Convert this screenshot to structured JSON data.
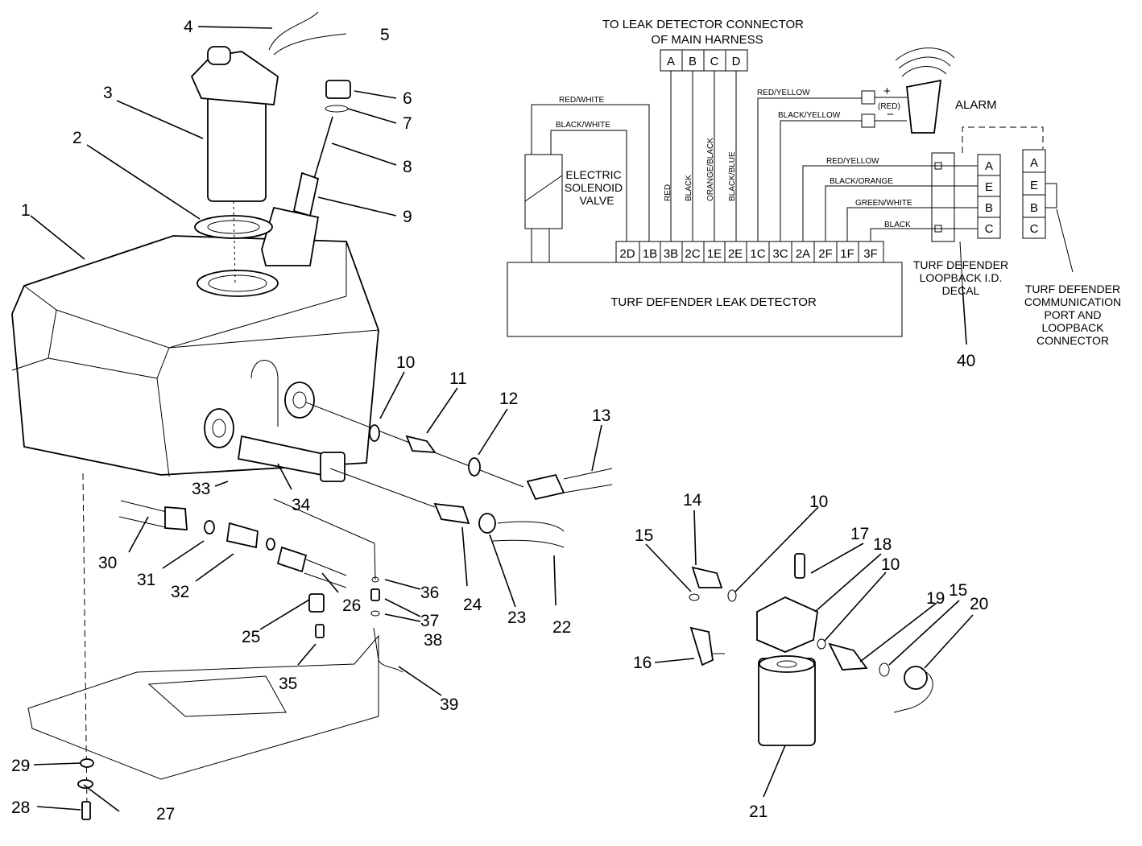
{
  "callouts": {
    "c1": "1",
    "c2": "2",
    "c3": "3",
    "c4": "4",
    "c5": "5",
    "c6": "6",
    "c7": "7",
    "c8": "8",
    "c9": "9",
    "c10a": "10",
    "c10b": "10",
    "c10c": "10",
    "c11": "11",
    "c12": "12",
    "c13": "13",
    "c14": "14",
    "c15a": "15",
    "c15b": "15",
    "c16": "16",
    "c17": "17",
    "c18": "18",
    "c19": "19",
    "c20": "20",
    "c21": "21",
    "c22": "22",
    "c23": "23",
    "c24": "24",
    "c25": "25",
    "c26": "26",
    "c27": "27",
    "c28": "28",
    "c29": "29",
    "c30": "30",
    "c31": "31",
    "c32": "32",
    "c33": "33",
    "c34": "34",
    "c35": "35",
    "c36": "36",
    "c37": "37",
    "c38": "38",
    "c39": "39",
    "c40": "40"
  },
  "wiring": {
    "header_line1": "TO LEAK DETECTOR  CONNECTOR",
    "header_line2": "OF MAIN HARNESS",
    "harness_pins": [
      "A",
      "B",
      "C",
      "D"
    ],
    "detector_pins": [
      "2D",
      "1B",
      "3B",
      "2C",
      "1E",
      "2E",
      "1C",
      "3C",
      "2A",
      "2F",
      "1F",
      "3F"
    ],
    "detector_label": "TURF DEFENDER LEAK DETECTOR",
    "solenoid_label": [
      "ELECTRIC",
      "SOLENOID",
      "VALVE"
    ],
    "alarm_label": "ALARM",
    "alarm_plus": "+",
    "alarm_minus": "−",
    "alarm_red": "(RED)",
    "wire_colors": {
      "red_white": "RED/WHITE",
      "black_white": "BLACK/WHITE",
      "red": "RED",
      "black": "BLACK",
      "orange_black": "ORANGE/BLACK",
      "black_blue": "BLACK/BLUE",
      "red_yellow_alarm": "RED/YELLOW",
      "black_yellow": "BLACK/YELLOW",
      "red_yellow_loop": "RED/YELLOW",
      "black_orange": "BLACK/ORANGE",
      "green_white": "GREEN/WHITE",
      "black_loop": "BLACK"
    },
    "loopback_pins": [
      "A",
      "E",
      "B",
      "C"
    ],
    "comm_pins": [
      "A",
      "E",
      "B",
      "C"
    ],
    "loopback_decal_label": [
      "TURF DEFENDER",
      "LOOPBACK I.D.",
      "DECAL"
    ],
    "comm_port_label": [
      "TURF DEFENDER",
      "COMMUNICATION",
      "PORT AND",
      "LOOPBACK",
      "CONNECTOR"
    ]
  }
}
